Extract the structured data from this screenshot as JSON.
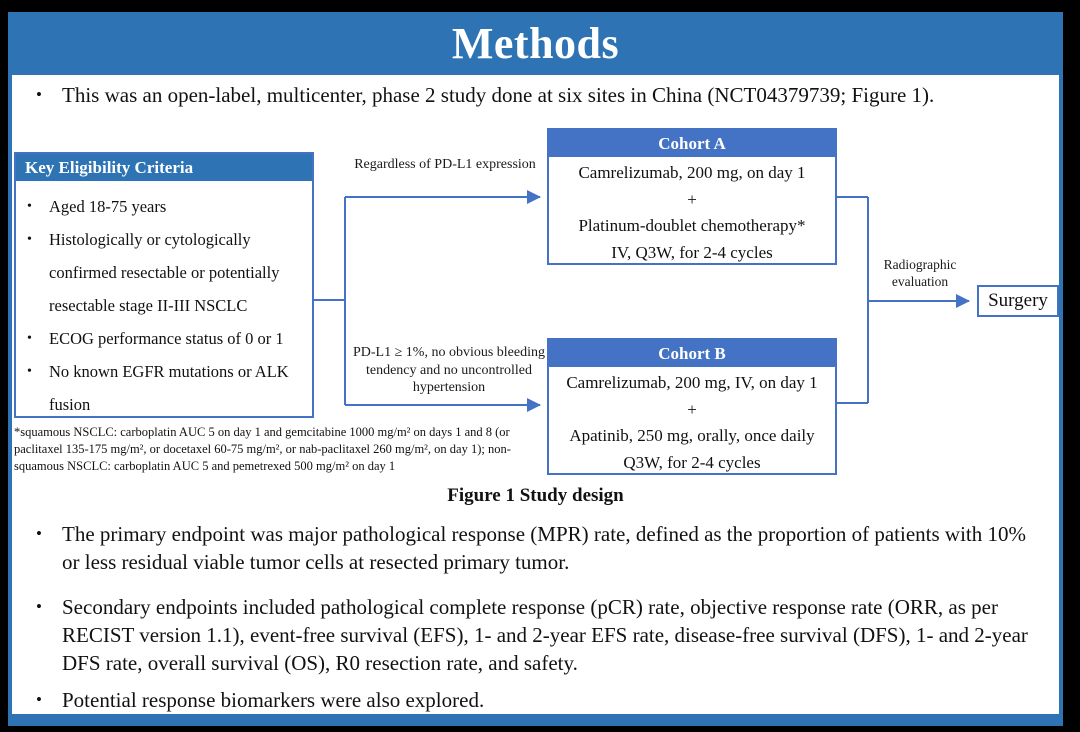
{
  "slide": {
    "title": "Methods",
    "colors": {
      "frame_blue": "#2E74B5",
      "accent_blue": "#4472C4",
      "background": "#000000",
      "text": "#111111"
    }
  },
  "intro_bullet": "This was an open-label, multicenter, phase 2 study done at six sites in China (NCT04379739; Figure 1).",
  "figure": {
    "caption": "Figure 1 Study design",
    "eligibility": {
      "title": "Key Eligibility Criteria",
      "items": [
        "Aged 18-75 years",
        "Histologically or cytologically confirmed resectable or potentially resectable stage II-III NSCLC",
        "ECOG performance status of 0 or 1",
        "No known EGFR mutations or ALK fusion"
      ]
    },
    "branch_labels": {
      "to_cohort_a": "Regardless of PD-L1 expression",
      "to_cohort_b": "PD-L1 ≥ 1%, no obvious bleeding tendency and no uncontrolled hypertension"
    },
    "cohort_a": {
      "title": "Cohort A",
      "lines": [
        "Camrelizumab, 200 mg, on day 1",
        "+",
        "Platinum-doublet chemotherapy*",
        "IV, Q3W, for 2-4 cycles"
      ]
    },
    "cohort_b": {
      "title": "Cohort B",
      "lines": [
        "Camrelizumab, 200 mg, IV, on day 1",
        "+",
        "Apatinib, 250 mg, orally, once daily",
        "Q3W, for 2-4 cycles"
      ]
    },
    "evaluation_label": "Radiographic evaluation",
    "surgery_label": "Surgery",
    "footnote": "*squamous NSCLC: carboplatin AUC 5 on day 1 and gemcitabine 1000 mg/m² on days 1 and 8 (or paclitaxel 135-175 mg/m², or docetaxel 60-75 mg/m², or nab-paclitaxel 260 mg/m², on day 1); non-squamous NSCLC: carboplatin AUC 5 and pemetrexed 500 mg/m² on day 1"
  },
  "bullets": [
    "The primary endpoint was major pathological response (MPR) rate, defined as the proportion of patients with 10% or less residual viable tumor cells at resected primary tumor.",
    "Secondary endpoints included pathological complete response (pCR) rate, objective response rate (ORR, as per RECIST version 1.1), event-free survival (EFS), 1- and 2-year EFS rate, disease-free survival (DFS), 1- and 2-year DFS rate, overall survival (OS), R0 resection rate, and safety.",
    "Potential response biomarkers were also explored."
  ],
  "glyphs": {
    "bullet": "•"
  }
}
